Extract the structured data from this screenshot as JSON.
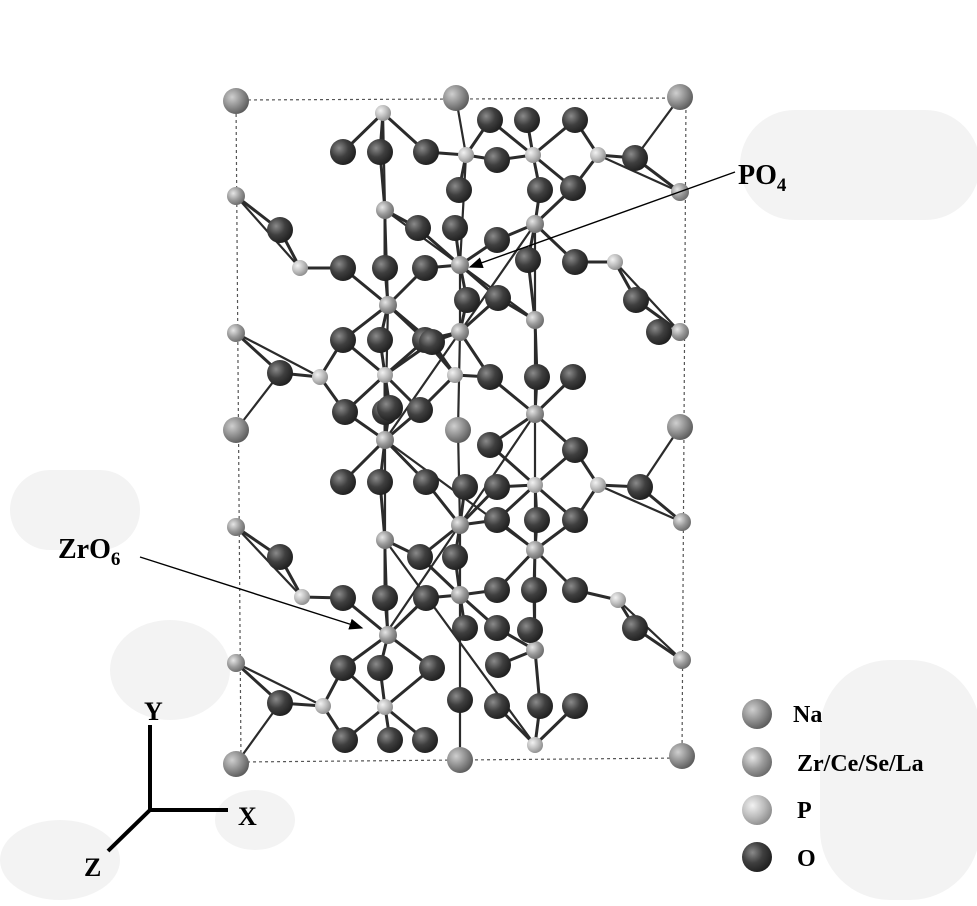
{
  "annotations": {
    "po4": {
      "base": "PO",
      "sub": "4"
    },
    "zro6": {
      "base": "ZrO",
      "sub": "6"
    }
  },
  "axes": {
    "y": "Y",
    "x": "X",
    "z": "Z"
  },
  "legend": [
    {
      "label": "Na",
      "color": "#6e6e6e"
    },
    {
      "label": "Zr/Ce/Se/La",
      "color": "#9a9a9a"
    },
    {
      "label": "P",
      "color": "#bdbdbd"
    },
    {
      "label": "O",
      "color": "#444444"
    }
  ],
  "colors": {
    "na": "#6e6e6e",
    "zr": "#9a9a9a",
    "p": "#bdbdbd",
    "o": "#3f3f3f",
    "bond": "#333333",
    "cell": "#555555",
    "background": "#ffffff"
  }
}
